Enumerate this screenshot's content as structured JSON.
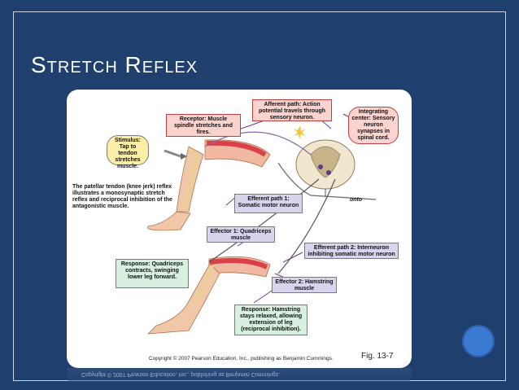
{
  "slide": {
    "title": "Stretch Reflex"
  },
  "diagram": {
    "afferent_path": "Afferent path: Action potential travels through sensory neuron.",
    "receptor": "Receptor: Muscle spindle stretches and fires.",
    "integrating_center": "Integrating center: Sensory neuron synapses in spinal cord.",
    "stimulus": "Stimulus: Tap to tendon stretches muscle.",
    "caption": "The patellar tendon (knee jerk) reflex illustrates a monosynaptic stretch reflex and reciprocal inhibition of the antagonistic muscle.",
    "efferent_path_1": "Efferent path 1: Somatic motor neuron",
    "onto": "onto",
    "effector_1": "Effector 1: Quadriceps muscle",
    "efferent_path_2": "Efferent path 2: Interneuron inhibiting somatic motor neuron",
    "response_quadriceps": "Response: Quadriceps contracts, swinging lower leg forward.",
    "effector_2": "Effector 2: Hamstring muscle",
    "response_hamstring": "Response: Hamstring stays relaxed, allowing extension of leg (reciprocal inhibition).",
    "copyright": "Copyright © 2007 Pearson Education, Inc., publishing as Benjamin Cummings.",
    "fig_label": "Fig. 13-7"
  },
  "colors": {
    "background": "#1f3f6e",
    "accent_circle": "#3a7bd1",
    "box_yellow": "#fbeea6",
    "box_red": "#fbd3cf",
    "box_lavender": "#d9d3ee",
    "box_green": "#d7f0df"
  }
}
